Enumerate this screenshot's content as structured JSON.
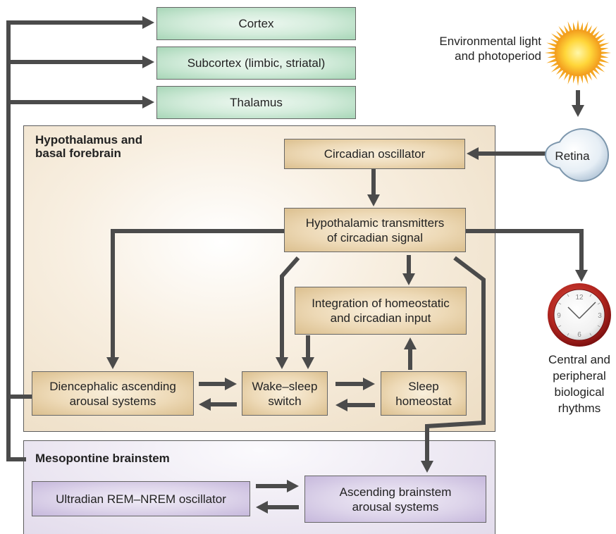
{
  "diagram": {
    "cortex": "Cortex",
    "subcortex": "Subcortex (limbic, striatal)",
    "thalamus": "Thalamus",
    "environment_lines": [
      "Environmental light",
      "and photoperiod"
    ],
    "retina": "Retina",
    "hypothalamus_title_lines": [
      "Hypothalamus and",
      "basal forebrain"
    ],
    "circadian_oscillator": "Circadian oscillator",
    "hypothalamic_transmitters_lines": [
      "Hypothalamic transmitters",
      "of circadian signal"
    ],
    "integration_lines": [
      "Integration of homeostatic",
      "and circadian input"
    ],
    "diencephalic_lines": [
      "Diencephalic ascending",
      "arousal systems"
    ],
    "wake_sleep_lines": [
      "Wake–sleep",
      "switch"
    ],
    "sleep_homeostat_lines": [
      "Sleep",
      "homeostat"
    ],
    "rhythms_lines": [
      "Central and",
      "peripheral",
      "biological",
      "rhythms"
    ],
    "mesopontine_title": "Mesopontine brainstem",
    "ultradian": "Ultradian REM–NREM oscillator",
    "ascending_lines": [
      "Ascending brainstem",
      "arousal systems"
    ],
    "clock_numerals": [
      "12",
      "3",
      "6",
      "9"
    ]
  },
  "icons": {
    "sun": "sun-icon",
    "retina": "eye-icon",
    "clock": "clock-icon"
  },
  "colors": {
    "arrow": "#4b4b4b",
    "cortical_box": "#b6dfc5",
    "hypothalamic_box": "#e3cb9f",
    "brainstem_box": "#cdc1df",
    "hypothalamus_region": "#efe1cc",
    "mesopontine_region": "#ebe7f1",
    "sun": "#f4a825",
    "clock_ring": "#a3201f"
  }
}
